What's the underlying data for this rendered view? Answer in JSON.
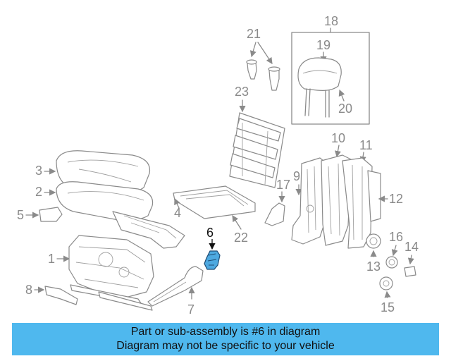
{
  "callouts": {
    "n1": "1",
    "n2": "2",
    "n3": "3",
    "n4": "4",
    "n5": "5",
    "n6": "6",
    "n7": "7",
    "n8": "8",
    "n9": "9",
    "n10": "10",
    "n11": "11",
    "n12": "12",
    "n13": "13",
    "n14": "14",
    "n15": "15",
    "n16": "16",
    "n17": "17",
    "n18": "18",
    "n19": "19",
    "n20": "20",
    "n21": "21",
    "n22": "22",
    "n23": "23"
  },
  "highlight": {
    "part": "6",
    "color": "#4ea9e0"
  },
  "banner": {
    "line1": "Part or sub-assembly is #6 in diagram",
    "line2": "Diagram may not be specific to your vehicle",
    "color": "#4fb8ee"
  }
}
